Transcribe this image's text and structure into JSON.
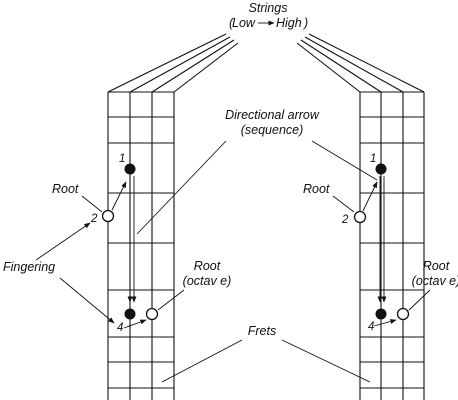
{
  "labels": {
    "strings_title": "Strings",
    "strings_low": "Low",
    "strings_high": "High",
    "directional_arrow": "Directional arrow",
    "sequence": "(sequence)",
    "root_left": "Root",
    "root_right": "Root",
    "fingering": "Fingering",
    "root_octave_left_1": "Root",
    "root_octave_left_2": "(octav e)",
    "root_octave_right_1": "Root",
    "root_octave_right_2": "(octav e)",
    "frets": "Frets"
  },
  "left_neck": {
    "finger_top": "1",
    "finger_root": "2",
    "finger_bottom": "4"
  },
  "right_neck": {
    "finger_top": "1",
    "finger_root": "2",
    "finger_bottom": "4"
  }
}
